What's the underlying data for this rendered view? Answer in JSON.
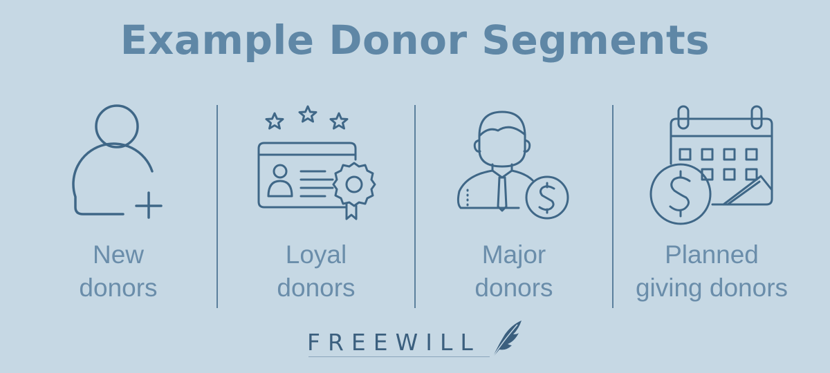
{
  "title": "Example Donor Segments",
  "segments": [
    {
      "line1": "New",
      "line2": "donors",
      "icon": "add-user-icon"
    },
    {
      "line1": "Loyal",
      "line2": "donors",
      "icon": "loyalty-card-icon"
    },
    {
      "line1": "Major",
      "line2": "donors",
      "icon": "businessman-dollar-icon"
    },
    {
      "line1": "Planned",
      "line2": "giving donors",
      "icon": "calendar-dollar-icon"
    }
  ],
  "logo": {
    "text": "FREEWILL",
    "icon": "quill-feather-icon"
  },
  "colors": {
    "background": "#c6d8e4",
    "icon_stroke": "#3f6787",
    "title": "#5f87a6",
    "label": "#6a8daa",
    "logo": "#3b5f7e"
  }
}
